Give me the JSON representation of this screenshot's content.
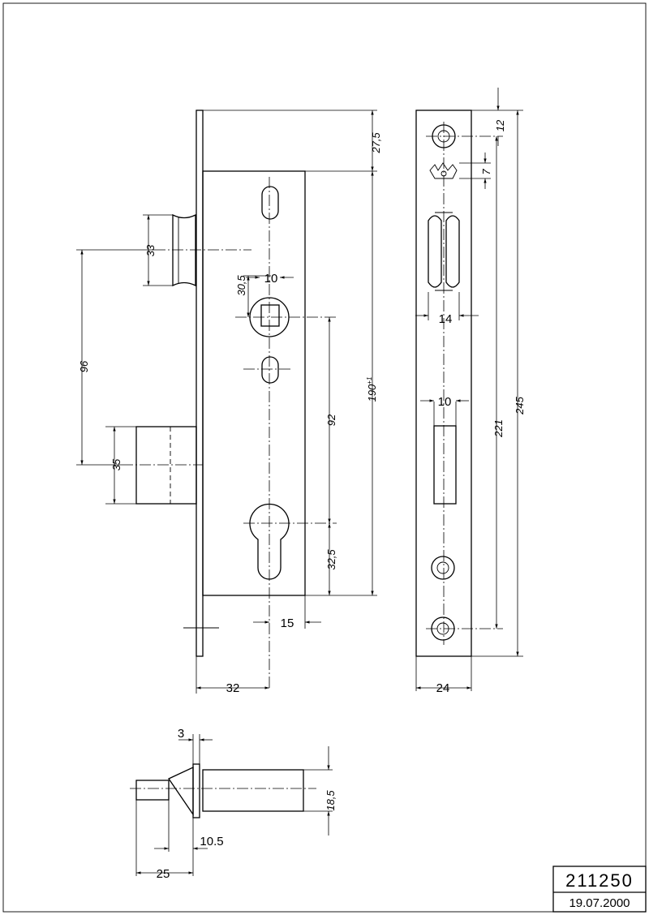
{
  "title_block": {
    "part_number": "211250",
    "date": "19.07.2000"
  },
  "dimensions": {
    "side_view": {
      "top_offset": "27,5",
      "latch_height": "33",
      "spindle_to_top": "30,5",
      "square_width": "10",
      "bolt_spacing": "96",
      "spindle_to_cylinder": "92",
      "body_height": "190",
      "body_height_tolerance": "+1",
      "bolt_height": "35",
      "cylinder_to_bottom": "32,5",
      "backset_offset": "15",
      "backset": "32"
    },
    "front_view": {
      "screw_top": "12",
      "crown_mark": "7",
      "latch_slot_width": "14",
      "bolt_slot_width": "10",
      "screw_spacing": "221",
      "faceplate_length": "245",
      "faceplate_width": "24"
    },
    "top_view": {
      "plate_thickness": "3",
      "latch_projection": "10.5",
      "latch_height": "18,5",
      "bolt_throw": "25"
    }
  }
}
